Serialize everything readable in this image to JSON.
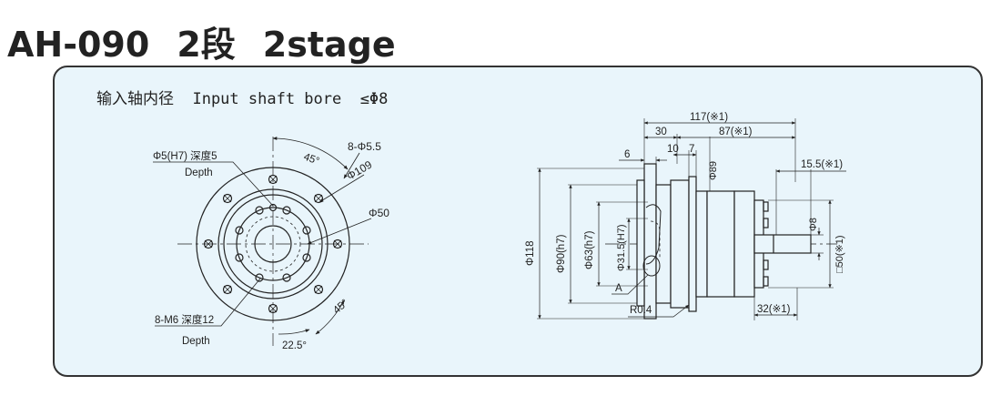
{
  "header": {
    "model": "AH-090",
    "stage_cn": "2段",
    "stage_en": "2stage"
  },
  "note": {
    "input_bore": "输入轴内径  Input shaft bore  ≤Φ8"
  },
  "front_view": {
    "label_pin_hole": "Φ5(H7) 深度5",
    "label_pin_hole_depth": "Depth",
    "label_mount_holes": "8-Φ5.5",
    "label_pcd_outer": "Φ109",
    "label_pcd_inner": "Φ50",
    "label_tapped_holes": "8-M6 深度12",
    "label_tapped_depth": "Depth",
    "angle_top": "45°",
    "angle_bottom": "45°",
    "angle_small": "22.5°"
  },
  "side_view": {
    "dim_total_length": "117(※1)",
    "dim_30": "30",
    "dim_87": "87(※1)",
    "dim_6": "6",
    "dim_10": "10",
    "dim_7": "7",
    "dim_89": "Φ89",
    "dim_15_5": "15.5(※1)",
    "dim_118": "Φ118",
    "dim_90": "Φ90(h7)",
    "dim_63": "Φ63(h7)",
    "dim_31_5": "Φ31.5(H7)",
    "dim_shaft": "Φ8",
    "dim_square": "□50(※1)",
    "label_a": "A",
    "label_r": "R0.4",
    "dim_32": "32(※1)"
  }
}
